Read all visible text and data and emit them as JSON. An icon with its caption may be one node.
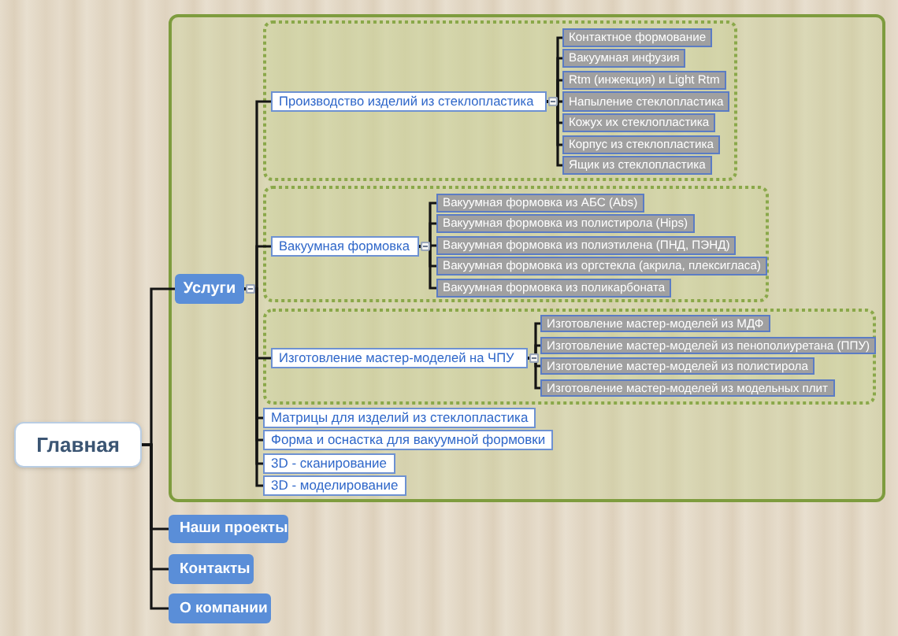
{
  "diagram": {
    "nodes": [
      {
        "text": [
          "Главная"
        ]
      },
      {
        "text": [],
        "shape": "box"
      },
      {
        "text": [
          "Услуги"
        ],
        "in": 1
      },
      {
        "text": [],
        "shape": "box",
        "in": 1
      },
      {
        "text": [
          "Производство изделий из стеклопластика"
        ],
        "in": 3
      },
      {
        "text": [
          "Контактное формование"
        ],
        "in": 3
      },
      {
        "text": [
          "Вакуумная инфузия"
        ],
        "in": 3
      },
      {
        "text": [
          "Rtm (инжекция) и Light Rtm"
        ],
        "in": 3
      },
      {
        "text": [
          "Напыление стеклопластика"
        ],
        "in": 3
      },
      {
        "text": [
          "Кожух их стеклопластика"
        ],
        "in": 3
      },
      {
        "text": [
          "Корпус из стеклопластика"
        ],
        "in": 3
      },
      {
        "text": [
          "Ящик из стеклопластика"
        ],
        "in": 3
      },
      {
        "text": [],
        "shape": "box",
        "in": 1
      },
      {
        "text": [
          "Вакуумная формовка"
        ],
        "in": 12
      },
      {
        "text": [
          "Вакуумная формовка из АБС (Abs)"
        ],
        "in": 12
      },
      {
        "text": [
          "Вакуумная формовка из полистирола (Hips)"
        ],
        "in": 12
      },
      {
        "text": [
          "Вакуумная формовка из полиэтилена (ПНД, ПЭНД)"
        ],
        "in": 12
      },
      {
        "text": [
          "Вакуумная формовка из оргстекла (акрила, плексигласа)"
        ],
        "in": 12
      },
      {
        "text": [
          "Вакуумная формовка из поликарбоната"
        ],
        "in": 12
      },
      {
        "text": [],
        "shape": "box",
        "in": 1
      },
      {
        "text": [
          "Изготовление мастер-моделей на ЧПУ"
        ],
        "in": 19
      },
      {
        "text": [
          "Изготовление мастер-моделей из МДФ"
        ],
        "in": 19
      },
      {
        "text": [
          "Изготовление мастер-моделей из пенополиуретана (ППУ)"
        ],
        "in": 19
      },
      {
        "text": [
          "Изготовление мастер-моделей из полистирола"
        ],
        "in": 19
      },
      {
        "text": [
          "Изготовление мастер-моделей из модельных плит"
        ],
        "in": 19
      },
      {
        "text": [
          "Матрицы для изделий из стеклопластика"
        ],
        "in": 1
      },
      {
        "text": [
          "Форма и оснастка для вакуумной формовки"
        ],
        "in": 1
      },
      {
        "text": [
          "3D - сканирование"
        ],
        "in": 1
      },
      {
        "text": [
          "3D - моделирование"
        ],
        "in": 1
      },
      {
        "text": [
          "Наши проекты"
        ]
      },
      {
        "text": [
          "Контакты"
        ]
      },
      {
        "text": [
          "О компании"
        ]
      }
    ],
    "edges": [
      {
        "from": 0,
        "to": 2,
        "arrow": "none"
      },
      {
        "from": 0,
        "to": 29,
        "arrow": "none"
      },
      {
        "from": 0,
        "to": 30,
        "arrow": "none"
      },
      {
        "from": 0,
        "to": 31,
        "arrow": "none"
      },
      {
        "from": 2,
        "to": 4,
        "arrow": "other"
      },
      {
        "from": 2,
        "to": 13,
        "arrow": "other"
      },
      {
        "from": 2,
        "to": 20,
        "arrow": "other"
      },
      {
        "from": 2,
        "to": 25,
        "arrow": "other"
      },
      {
        "from": 2,
        "to": 26,
        "arrow": "other"
      },
      {
        "from": 2,
        "to": 27,
        "arrow": "other"
      },
      {
        "from": 2,
        "to": 28,
        "arrow": "other"
      },
      {
        "from": 4,
        "to": 5,
        "arrow": "other"
      },
      {
        "from": 4,
        "to": 6,
        "arrow": "other"
      },
      {
        "from": 4,
        "to": 7,
        "arrow": "other"
      },
      {
        "from": 4,
        "to": 8,
        "arrow": "other"
      },
      {
        "from": 4,
        "to": 9,
        "arrow": "other"
      },
      {
        "from": 4,
        "to": 10,
        "arrow": "other"
      },
      {
        "from": 4,
        "to": 11,
        "arrow": "other"
      },
      {
        "from": 13,
        "to": 14,
        "arrow": "other"
      },
      {
        "from": 13,
        "to": 15,
        "arrow": "other"
      },
      {
        "from": 13,
        "to": 16,
        "arrow": "other"
      },
      {
        "from": 13,
        "to": 17,
        "arrow": "other"
      },
      {
        "from": 13,
        "to": 18,
        "arrow": "other"
      },
      {
        "from": 20,
        "to": 21,
        "arrow": "other"
      },
      {
        "from": 20,
        "to": 22,
        "arrow": "other"
      },
      {
        "from": 20,
        "to": 23,
        "arrow": "other"
      },
      {
        "from": 20,
        "to": 24,
        "arrow": "other"
      }
    ]
  }
}
